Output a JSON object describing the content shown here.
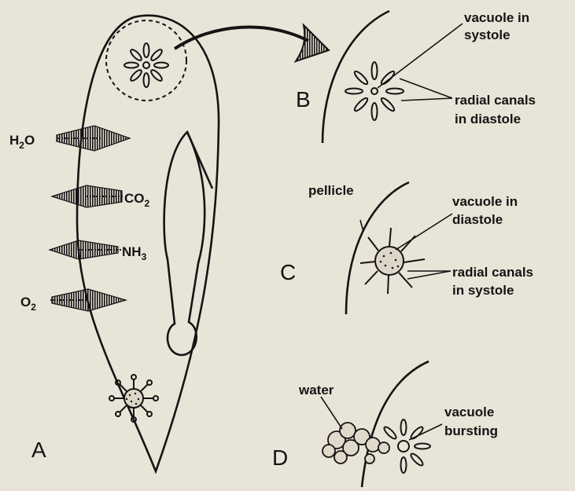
{
  "panels": {
    "a": "A",
    "b": "B",
    "c": "C",
    "d": "D"
  },
  "gases": {
    "h2o": {
      "main": "H",
      "sub": "2",
      "tail": "O"
    },
    "co2": {
      "main": "CO",
      "sub": "2"
    },
    "nh3": {
      "main": "NH",
      "sub": "3"
    },
    "o2": {
      "main": "O",
      "sub": "2"
    }
  },
  "labels_b": {
    "vacuole_line1": "vacuole in",
    "vacuole_line2": "systole",
    "canals_line1": "radial canals",
    "canals_line2": "in diastole"
  },
  "labels_c": {
    "pellicle": "pellicle",
    "vacuole_line1": "vacuole in",
    "vacuole_line2": "diastole",
    "canals_line1": "radial canals",
    "canals_line2": "in systole"
  },
  "labels_d": {
    "water": "water",
    "vacuole_line1": "vacuole",
    "vacuole_line2": "bursting"
  },
  "colors": {
    "ink": "#141414",
    "paper": "#e9e4d8"
  }
}
